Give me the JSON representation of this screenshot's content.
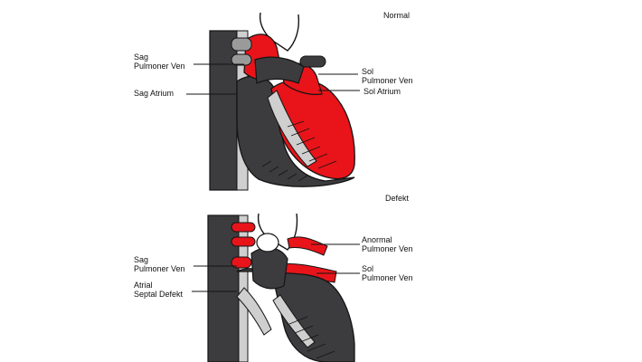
{
  "colors": {
    "oxygenated_blood": "#e8141a",
    "heart_tissue": "#3c3c3e",
    "septum_light": "#cfcfcf",
    "outline": "#141414",
    "background": "#ffffff"
  },
  "panels": [
    {
      "title": "Normal",
      "labels": {
        "sag_pulmoner_ven": [
          "Sag",
          "Pulmoner Ven"
        ],
        "sag_atrium": "Sag Atrium",
        "sol_pulmoner_ven": [
          "Sol",
          "Pulmoner Ven"
        ],
        "sol_atrium": "Sol Atrium"
      }
    },
    {
      "title": "Defekt",
      "labels": {
        "anormal_pulmoner_ven": [
          "Anormal",
          "Pulmoner Ven"
        ],
        "sag_pulmoner_ven": [
          "Sag",
          "Pulmoner Ven"
        ],
        "sol_pulmoner_ven": [
          "Sol",
          "Pulmoner Ven"
        ],
        "atrial_septal_defekt": [
          "Atrial",
          "Septal Defekt"
        ]
      }
    }
  ]
}
